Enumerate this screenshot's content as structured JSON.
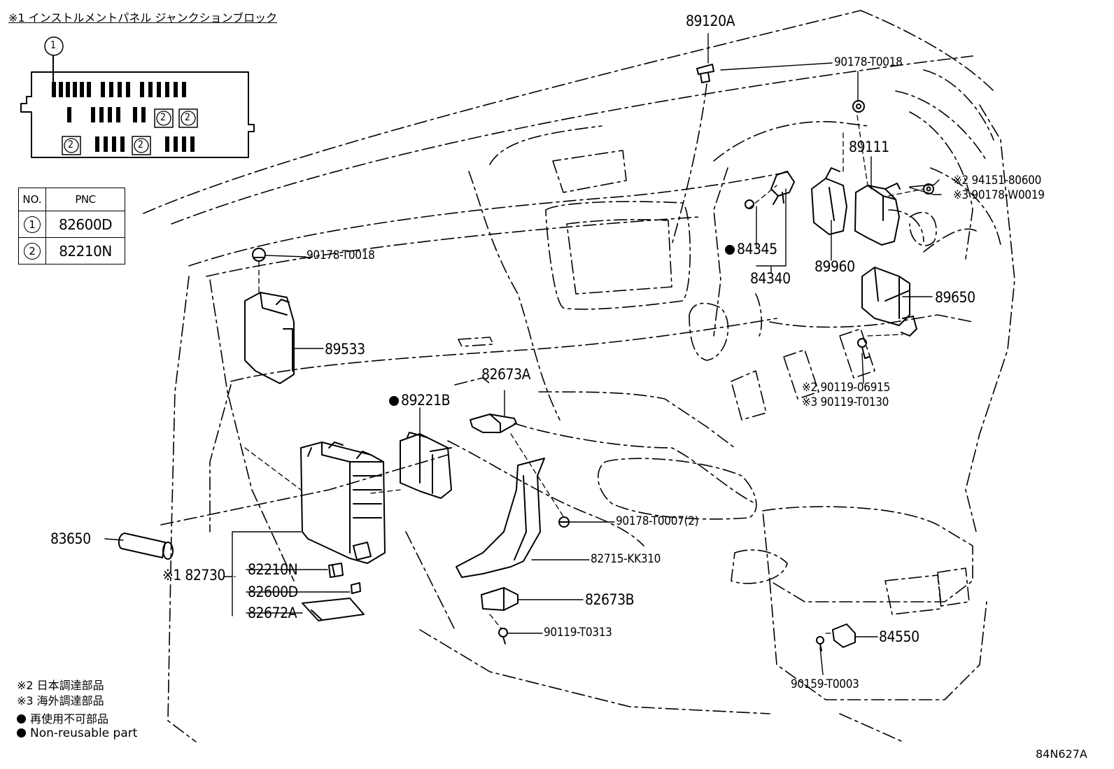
{
  "title": "※1 インストルメントパネル ジャンクションブロック",
  "junction_block": {
    "callout": "1",
    "fuse_callouts": [
      "2",
      "2",
      "2",
      "2"
    ]
  },
  "table": {
    "headers": [
      "NO.",
      "PNC"
    ],
    "rows": [
      {
        "no": "1",
        "pnc": "82600D"
      },
      {
        "no": "2",
        "pnc": "82210N"
      }
    ]
  },
  "labels": {
    "p89120A": "89120A",
    "p90178_T0018_top": "90178-T0018",
    "p89111": "89111",
    "p94151": "※2 94151-80600",
    "p90178_W0019": "※3 90178-W0019",
    "p84345": "84345",
    "p84340": "84340",
    "p89960": "89960",
    "p89650": "89650",
    "p90178_T0018_left": "90178-T0018",
    "p89533": "89533",
    "p90119_06915": "※2 90119-06915",
    "p90119_T0130": "※3 90119-T0130",
    "p82673A": "82673A",
    "p89221B": "89221B",
    "p90178_T0007": "90178-T0007(2)",
    "p82715": "82715-KK310",
    "p82673B": "82673B",
    "p90119_T0313": "90119-T0313",
    "p83650": "83650",
    "p82730": "※1 82730",
    "p82210N": "82210N",
    "p82600D": "82600D",
    "p82672A": "82672A",
    "p84550": "84550",
    "p90159": "90159-T0003"
  },
  "legend": {
    "l1": "※2 日本調達部品",
    "l2": "※3 海外調達部品",
    "l3": "再使用不可部品",
    "l4": "Non-reusable part"
  },
  "diagram_code": "84N627A"
}
